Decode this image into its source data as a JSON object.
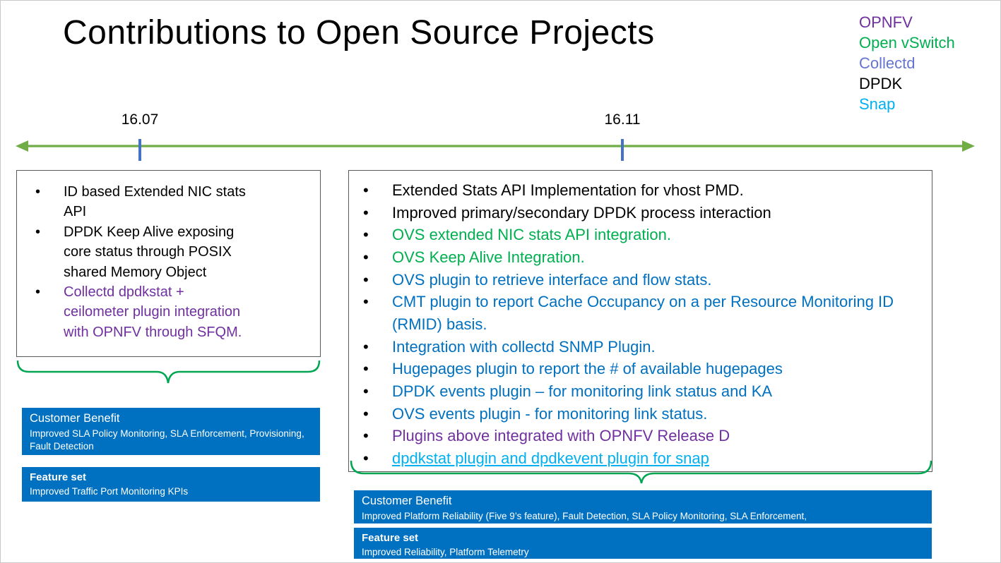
{
  "title": "Contributions to Open Source Projects",
  "bullet_glyph": "•",
  "legend": {
    "items": [
      {
        "label": "OPNFV",
        "color": "#7030A0"
      },
      {
        "label": "Open vSwitch",
        "color": "#00B050"
      },
      {
        "label": "Collectd",
        "color": "#6674D2"
      },
      {
        "label": "DPDK",
        "color": "#000000"
      },
      {
        "label": "Snap",
        "color": "#00B0F0"
      }
    ]
  },
  "timeline": {
    "markers": [
      {
        "label": "16.07"
      },
      {
        "label": "16.11"
      }
    ],
    "line_color": "#70AD47",
    "tick_color": "#4472C4"
  },
  "colors": {
    "banner_blue": "#0070C0",
    "brace_green": "#00A651"
  },
  "release_1607": {
    "bullets": [
      {
        "text": "ID based Extended NIC stats API",
        "color": "#000000"
      },
      {
        "text": "DPDK Keep Alive exposing core status through POSIX shared Memory Object",
        "color": "#000000"
      },
      {
        "text": "Collectd dpdkstat + ceilometer plugin integration with OPNFV through SFQM.",
        "color": "#7030A0"
      }
    ],
    "customer_benefit": {
      "heading": "Customer Benefit",
      "body": "Improved SLA Policy Monitoring, SLA Enforcement, Provisioning, Fault Detection"
    },
    "feature_set": {
      "heading": "Feature set",
      "body": "Improved Traffic Port Monitoring KPIs"
    }
  },
  "release_1611": {
    "bullets": [
      {
        "text": "Extended Stats API Implementation for vhost PMD.",
        "color": "#000000"
      },
      {
        "text": "Improved primary/secondary DPDK process interaction",
        "color": "#000000"
      },
      {
        "text": "OVS extended NIC stats API integration.",
        "color": "#00B050"
      },
      {
        "text": "OVS Keep Alive Integration.",
        "color": "#00B050"
      },
      {
        "text": "OVS plugin to retrieve interface and flow stats.",
        "color": "#0070C0"
      },
      {
        "text": "CMT plugin to report Cache Occupancy on a per Resource Monitoring ID (RMID) basis.",
        "color": "#0070C0"
      },
      {
        "text": "Integration with collectd SNMP Plugin.",
        "color": "#0070C0"
      },
      {
        "text": "Hugepages plugin to report the # of available hugepages",
        "color": "#0070C0"
      },
      {
        "text": "DPDK events plugin – for monitoring link status and KA",
        "color": "#0070C0"
      },
      {
        "text": "OVS events plugin - for monitoring link status.",
        "color": "#0070C0"
      },
      {
        "text": "Plugins above integrated with OPNFV Release D",
        "color": "#7030A0"
      },
      {
        "text": "dpdkstat plugin and dpdkevent plugin for snap",
        "color": "#00B0F0"
      }
    ],
    "customer_benefit": {
      "heading": "Customer Benefit",
      "body": "Improved Platform Reliability (Five 9’s feature), Fault Detection, SLA Policy Monitoring, SLA Enforcement,"
    },
    "feature_set": {
      "heading": "Feature set",
      "body": "Improved Reliability, Platform Telemetry"
    }
  }
}
